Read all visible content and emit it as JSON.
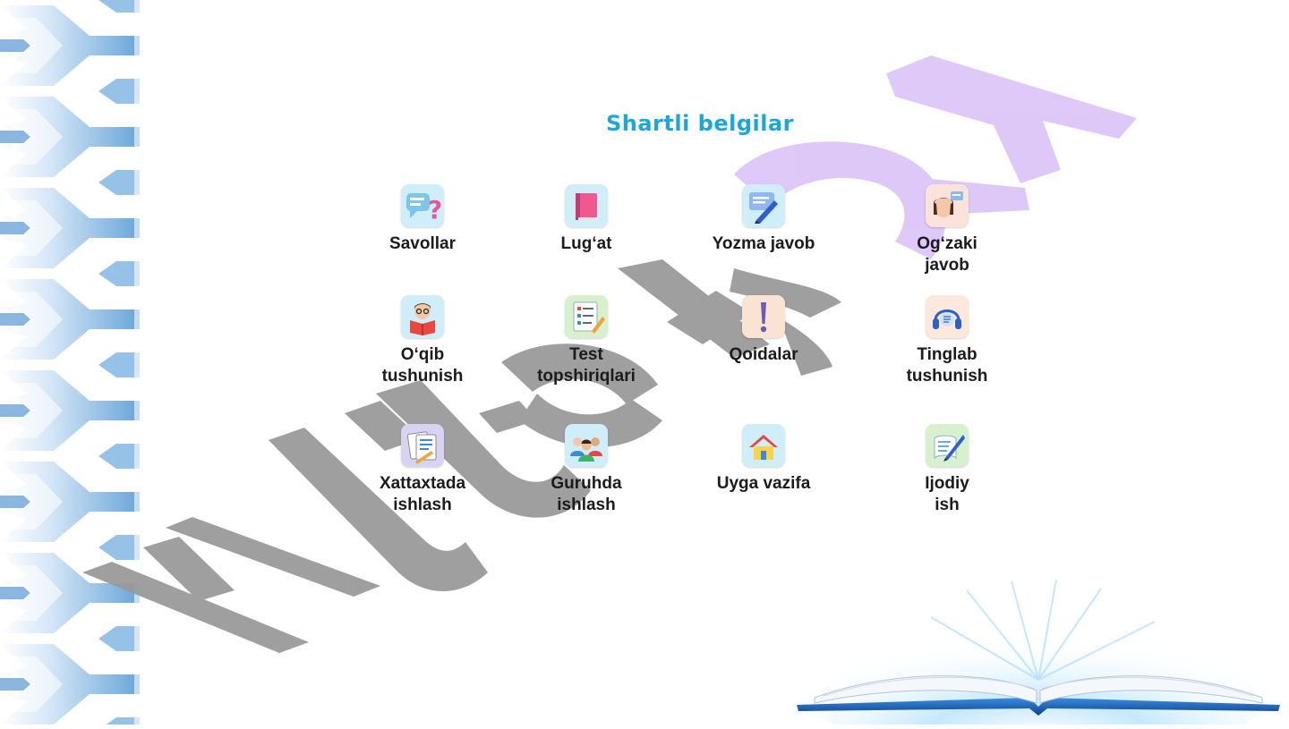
{
  "title": "Shartli belgilar",
  "watermark": "Hujjat24",
  "items": [
    {
      "label": "Savollar",
      "icon": "question-bubble-icon"
    },
    {
      "label": "Lug‘at",
      "icon": "dictionary-book-icon"
    },
    {
      "label": "Yozma javob",
      "icon": "writing-pen-icon"
    },
    {
      "label": "Og‘zaki\njavob",
      "icon": "speaking-person-icon"
    },
    {
      "label": "O‘qib\ntushunish",
      "icon": "reading-child-icon"
    },
    {
      "label": "Test\ntopshiriqlari",
      "icon": "test-checklist-icon"
    },
    {
      "label": "Qoidalar",
      "icon": "exclamation-icon"
    },
    {
      "label": "Tinglab\ntushunish",
      "icon": "headphones-icon"
    },
    {
      "label": "Xattaxtada\nishlash",
      "icon": "board-document-icon"
    },
    {
      "label": "Guruhda\nishlash",
      "icon": "group-people-icon"
    },
    {
      "label": "Uyga vazifa",
      "icon": "house-icon"
    },
    {
      "label": "Ijodiy\nish",
      "icon": "creative-quill-icon"
    }
  ],
  "colors": {
    "title": "#1ba7dc",
    "ikat": "#5a9fd6",
    "watermark_gray": "#9a9a9a",
    "watermark_purple": "#c7a6f5"
  }
}
